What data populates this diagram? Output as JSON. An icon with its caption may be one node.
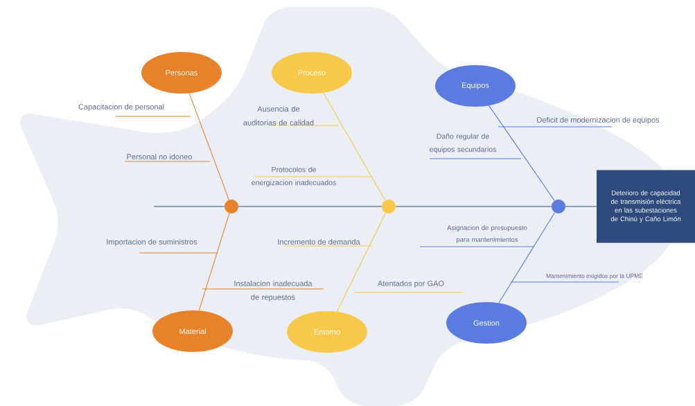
{
  "diagram": {
    "nodes": [
      {
        "text": [
          "Personas"
        ]
      },
      {
        "text": [
          "Proceso"
        ]
      },
      {
        "text": [
          "Equipos"
        ]
      },
      {
        "text": [
          "Material"
        ]
      },
      {
        "text": [
          "Entorno"
        ]
      },
      {
        "text": [
          "Gestion"
        ]
      },
      {
        "text": [],
        "shape": "circle"
      },
      {
        "text": [],
        "shape": "circle"
      },
      {
        "text": [],
        "shape": "circle"
      },
      {
        "text": [
          "Deterioro de capacidad de transmisión eléctrica en las subestaciones de Chinú y Caño Limón"
        ]
      }
    ],
    "edges": [
      {
        "from": null,
        "to": 6,
        "arrow": "none"
      },
      {
        "from": 6,
        "to": 7,
        "arrow": "none"
      },
      {
        "from": 7,
        "to": 8,
        "arrow": "none"
      },
      {
        "from": 8,
        "to": 9,
        "arrow": "none"
      },
      {
        "from": 0,
        "to": 6,
        "arrow": "none",
        "color": "#e8822a"
      },
      {
        "from": 3,
        "to": 6,
        "arrow": "none",
        "color": "#e8822a"
      },
      {
        "from": 1,
        "to": 7,
        "arrow": "none",
        "color": "#f7c84a"
      },
      {
        "from": 4,
        "to": 7,
        "arrow": "none",
        "color": "#f7c84a"
      },
      {
        "from": 2,
        "to": 8,
        "arrow": "none",
        "color": "#5b7be0"
      },
      {
        "from": 5,
        "to": 8,
        "arrow": "none",
        "color": "#5b7be0"
      }
    ],
    "labels": [
      "Capacitacion de personal",
      "Ausencia de auditorias de calidad",
      "Deficit de modernizacion de equipos",
      "Daño regular de equipos secundarios",
      "Personal no idoneo",
      "Protocolos de energizacion inadecuados",
      "Asignacion de presupuesto para mantenimientos",
      "Importacion de suministros",
      "Incremento de demanda",
      "Mantenimiento exigidos por la UPME",
      "Instalacion inadecuada de repuestos",
      "Atentados por GAO"
    ]
  }
}
